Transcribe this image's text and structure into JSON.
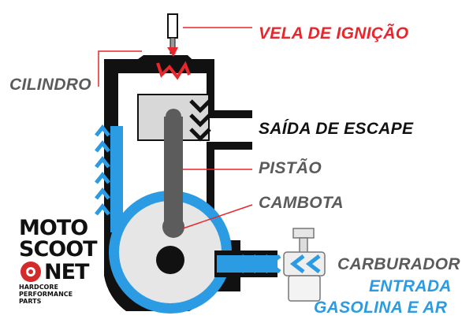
{
  "labels": {
    "vela": "VELA DE IGNIÇÃO",
    "cilindro": "CILINDRO",
    "saida": "SAÍDA DE ESCAPE",
    "pistao": "PISTÃO",
    "cambota": "CAMBOTA",
    "carburador": "CARBURADOR",
    "entrada_1": "ENTRADA",
    "entrada_2": "GASOLINA E AR"
  },
  "logo": {
    "line1": "MOTO",
    "line2": "SCOOT",
    "line3": "NET",
    "tag1": "HARDCORE",
    "tag2": "PERFORMANCE",
    "tag3": "PARTS"
  },
  "colors": {
    "engine": "#111111",
    "flow": "#2b9be3",
    "piston": "#d8d8d8",
    "rod": "#5c5c5c",
    "crank": "#e6e6e6",
    "spark": "#e8262b",
    "leader_line": "#e8262b",
    "background": "#ffffff"
  },
  "icons": [
    "spark-plug-icon",
    "carburetor-icon",
    "flow-chevron-icon",
    "gear-icon"
  ]
}
